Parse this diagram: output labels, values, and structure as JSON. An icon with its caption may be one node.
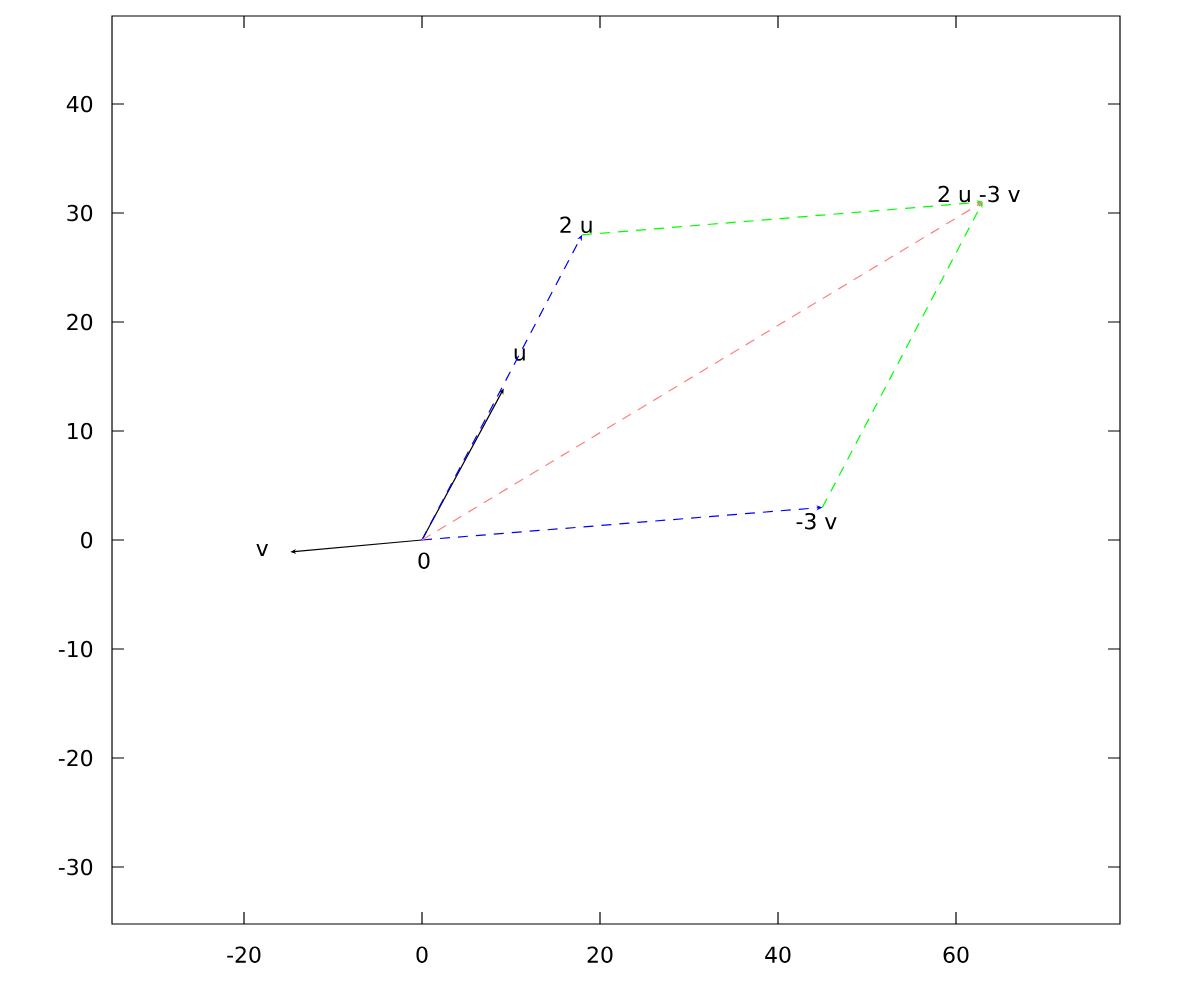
{
  "diagram": {
    "nodes": [
      {
        "text": [
          "0"
        ]
      },
      {
        "text": [
          "u"
        ]
      },
      {
        "text": [
          "v"
        ]
      },
      {
        "text": [
          "2 u"
        ]
      },
      {
        "text": [
          "-3 v"
        ]
      },
      {
        "text": [
          "2 u -3 v"
        ]
      }
    ],
    "edges": [
      {
        "from": 0,
        "to": 1,
        "arrow": "to"
      },
      {
        "from": 0,
        "to": 2,
        "arrow": "to"
      },
      {
        "from": 0,
        "to": 3,
        "arrow": "to",
        "style": "dashed",
        "color": "#0000ff"
      },
      {
        "from": 0,
        "to": 4,
        "arrow": "to",
        "style": "dashed",
        "color": "#0000ff"
      },
      {
        "from": 3,
        "to": 5,
        "arrow": "to",
        "style": "dashed",
        "color": "#00ff00"
      },
      {
        "from": 4,
        "to": 5,
        "arrow": "to",
        "style": "dashed",
        "color": "#00ff00"
      },
      {
        "from": 0,
        "to": 5,
        "arrow": "to",
        "style": "dashed",
        "color": "#ff8080"
      }
    ],
    "labels": [
      "40",
      "30",
      "20",
      "10",
      "0",
      "-10",
      "-20",
      "-30",
      "-20",
      "0",
      "20",
      "40",
      "60"
    ]
  }
}
